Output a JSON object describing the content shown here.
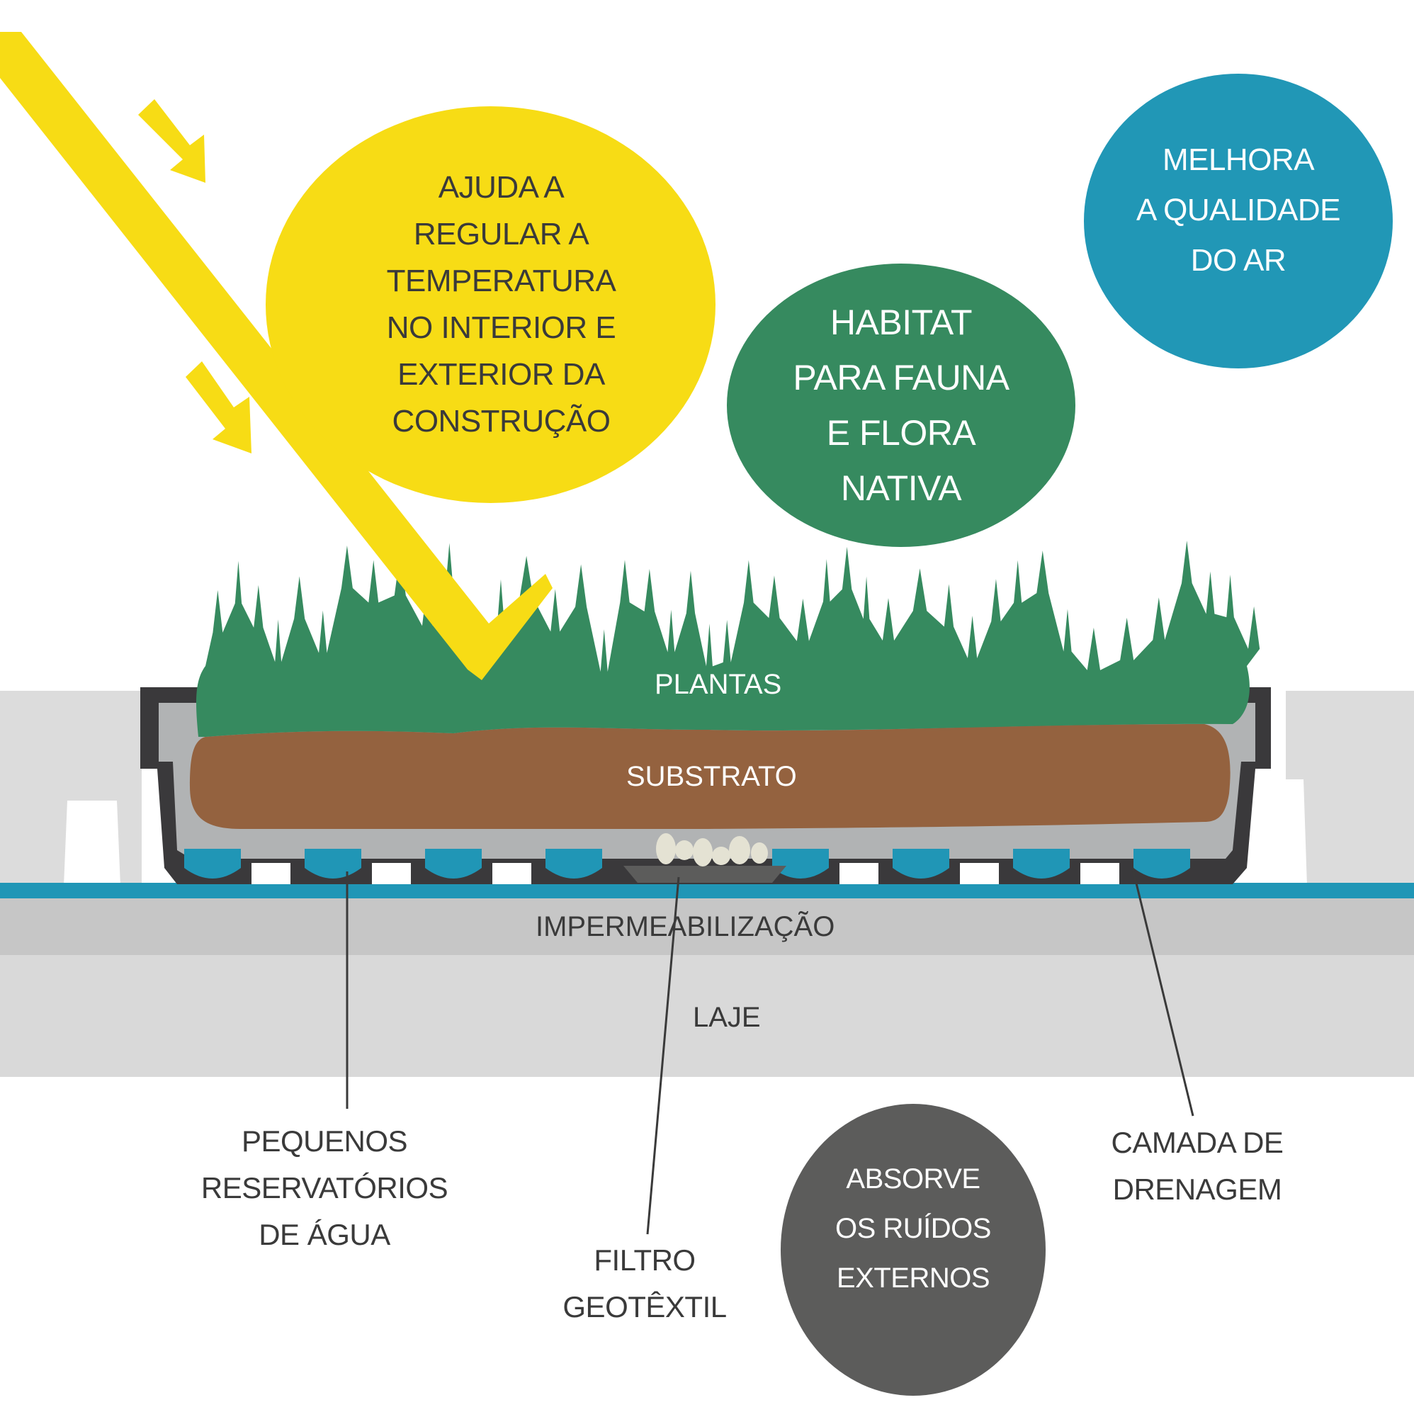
{
  "colors": {
    "sun_yellow": "#f7dc15",
    "plant_green": "#368a5f",
    "air_blue": "#2197b6",
    "noise_gray": "#5c5c5b",
    "substrate_brown": "#94623f",
    "container_dark": "#3a393b",
    "container_light": "#b1b3b4",
    "water_blue": "#2096b6",
    "slab_gray": "#d9d9d9",
    "membrane_gray": "#c6c6c6",
    "pebble": "#e4e2d3",
    "text_dark": "#3a3a3a",
    "text_light": "#ffffff"
  },
  "bubbles": {
    "temperature": {
      "lines": [
        "AJUDA A",
        "REGULAR A",
        "TEMPERATURA",
        "NO INTERIOR E",
        "EXTERIOR DA",
        "CONSTRUÇÃO"
      ]
    },
    "habitat": {
      "lines": [
        "HABITAT",
        "PARA FAUNA",
        "E FLORA",
        "NATIVA"
      ]
    },
    "air": {
      "lines": [
        "MELHORA",
        "A QUALIDADE",
        "DO AR"
      ]
    },
    "noise": {
      "lines": [
        "ABSORVE",
        "OS RUÍDOS",
        "EXTERNOS"
      ]
    }
  },
  "layers": {
    "plants": "PLANTAS",
    "substrate": "SUBSTRATO",
    "waterproofing": "IMPERMEABILIZAÇÃO",
    "slab": "LAJE"
  },
  "callouts": {
    "reservoirs": [
      "PEQUENOS",
      "RESERVATÓRIOS",
      "DE ÁGUA"
    ],
    "filter": [
      "FILTRO",
      "GEOTÊXTIL"
    ],
    "drainage": [
      "CAMADA DE",
      "DRENAGEM"
    ]
  }
}
